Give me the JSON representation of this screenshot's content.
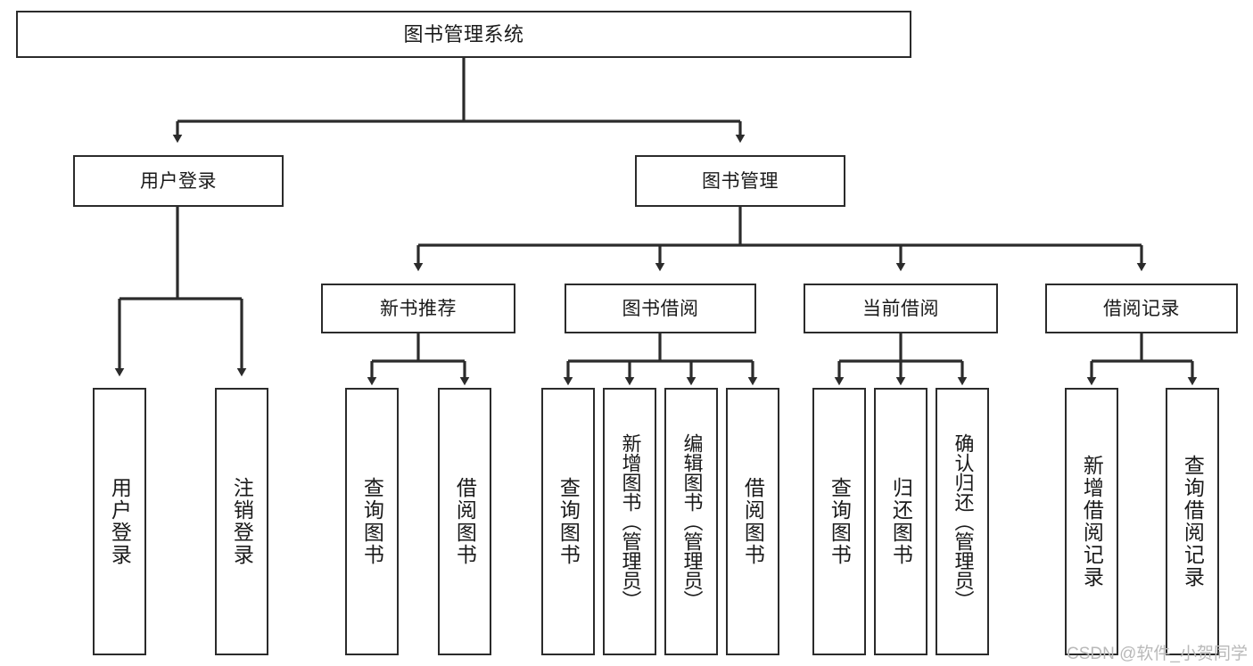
{
  "diagram": {
    "type": "tree-hierarchy-chart",
    "title": "图书管理系统",
    "colors": {
      "stroke": "#2b2b2b",
      "fill": "#ffffff",
      "text": "#1a1a1a",
      "watermark": "#b9b9b9"
    },
    "root": {
      "label": "图书管理系统"
    },
    "level1": [
      {
        "id": "user-login",
        "label": "用户登录"
      },
      {
        "id": "book-management",
        "label": "图书管理"
      }
    ],
    "level2": [
      {
        "id": "new-book-recommend",
        "label": "新书推荐",
        "parent": "book-management"
      },
      {
        "id": "book-borrow",
        "label": "图书借阅",
        "parent": "book-management"
      },
      {
        "id": "current-borrow",
        "label": "当前借阅",
        "parent": "book-management"
      },
      {
        "id": "borrow-record",
        "label": "借阅记录",
        "parent": "book-management"
      }
    ],
    "leaves": {
      "user-login": [
        {
          "id": "leaf-user-login",
          "label": "用户登录"
        },
        {
          "id": "leaf-user-logout",
          "label": "注销登录"
        }
      ],
      "new-book-recommend": [
        {
          "id": "leaf-query-book-1",
          "label": "查询图书"
        },
        {
          "id": "leaf-borrow-book-1",
          "label": "借阅图书"
        }
      ],
      "book-borrow": [
        {
          "id": "leaf-query-book-2",
          "label": "查询图书"
        },
        {
          "id": "leaf-add-book",
          "label": "新增图书（管理员）"
        },
        {
          "id": "leaf-edit-book",
          "label": "编辑图书（管理员）"
        },
        {
          "id": "leaf-borrow-book-2",
          "label": "借阅图书"
        }
      ],
      "current-borrow": [
        {
          "id": "leaf-query-book-3",
          "label": "查询图书"
        },
        {
          "id": "leaf-return-book",
          "label": "归还图书"
        },
        {
          "id": "leaf-confirm-return",
          "label": "确认归还（管理员）"
        }
      ],
      "borrow-record": [
        {
          "id": "leaf-add-record",
          "label": "新增借阅记录"
        },
        {
          "id": "leaf-query-record",
          "label": "查询借阅记录"
        }
      ]
    }
  },
  "watermark": {
    "text": "CSDN @软件_小贺同学"
  }
}
